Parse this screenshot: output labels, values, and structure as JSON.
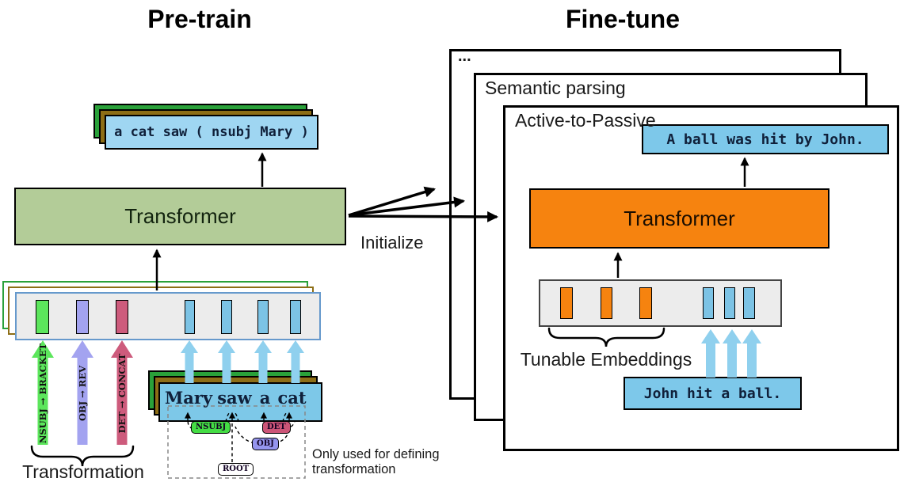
{
  "pretrain": {
    "title": "Pre-train",
    "output_text": "a cat saw ( nsubj Mary )",
    "transformer_label": "Transformer",
    "transformations": [
      {
        "rule": "NSUBJ → BRACKET"
      },
      {
        "rule": "OBJ → REV"
      },
      {
        "rule": "DET → CONCAT"
      }
    ],
    "transformation_caption": "Transformation",
    "input_words": [
      "Mary",
      "saw",
      "a",
      "cat"
    ],
    "dependency": {
      "nsubj": "NSUBJ",
      "det": "DET",
      "obj": "OBJ",
      "root": "ROOT"
    },
    "note_line1": "Only used for defining",
    "note_line2": "transformation"
  },
  "initialize_label": "Initialize",
  "finetune": {
    "title": "Fine-tune",
    "card_back_label": "...",
    "card_mid_label": "Semantic parsing",
    "card_front_label": "Active-to-Passive",
    "output_text": "A ball was hit by John.",
    "transformer_label": "Transformer",
    "tunable_caption": "Tunable Embeddings",
    "input_text": "John hit a ball."
  },
  "colors": {
    "pretrain_transformer": "#b3cc98",
    "finetune_transformer": "#f6830f",
    "io_box_blue": "#7dc8e8",
    "output_box_blue": "#9fd6f2",
    "stack_green": "#2aa13a",
    "stack_brown": "#8d6e16",
    "token_green": "#5ce65c",
    "token_purple": "#a3a3f0",
    "token_crimson": "#cd5b7c",
    "token_blue": "#7cc3e5",
    "token_orange": "#f6830f",
    "arrow_blue": "#8fd0ee",
    "embedding_row_bg": "#ececec",
    "label_nsubj_green": "#44dd44",
    "label_det_crimson": "#cc5577",
    "label_obj_purple": "#9595ee"
  }
}
